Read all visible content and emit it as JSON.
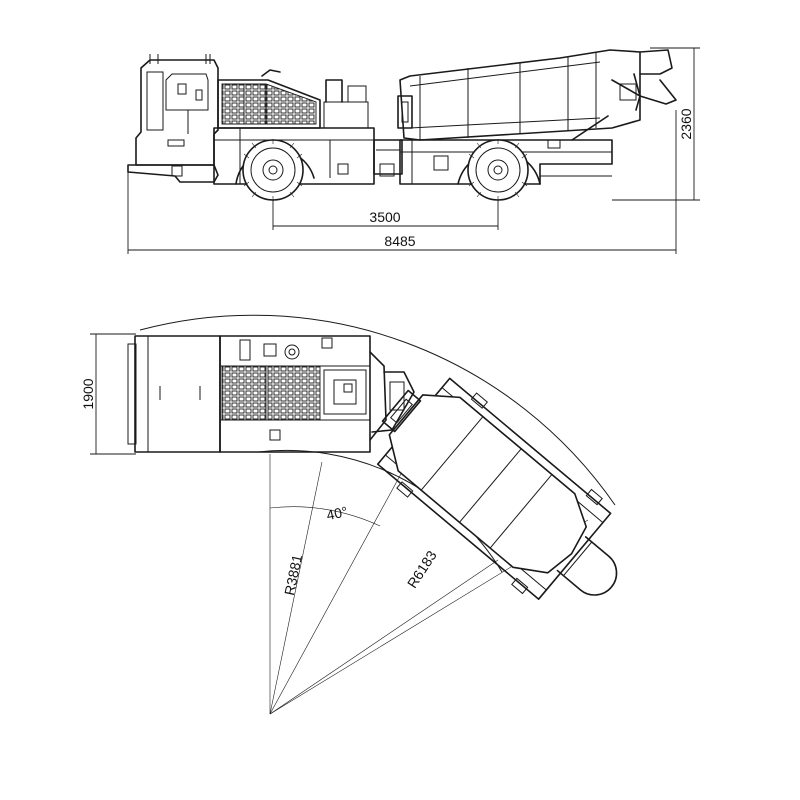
{
  "side_view": {
    "dimensions": {
      "wheelbase": "3500",
      "overall_length": "8485",
      "overall_height": "2360"
    }
  },
  "top_view": {
    "dimensions": {
      "width": "1900",
      "articulation_angle": "40°",
      "inner_radius": "R3881",
      "outer_radius": "R6183"
    }
  }
}
